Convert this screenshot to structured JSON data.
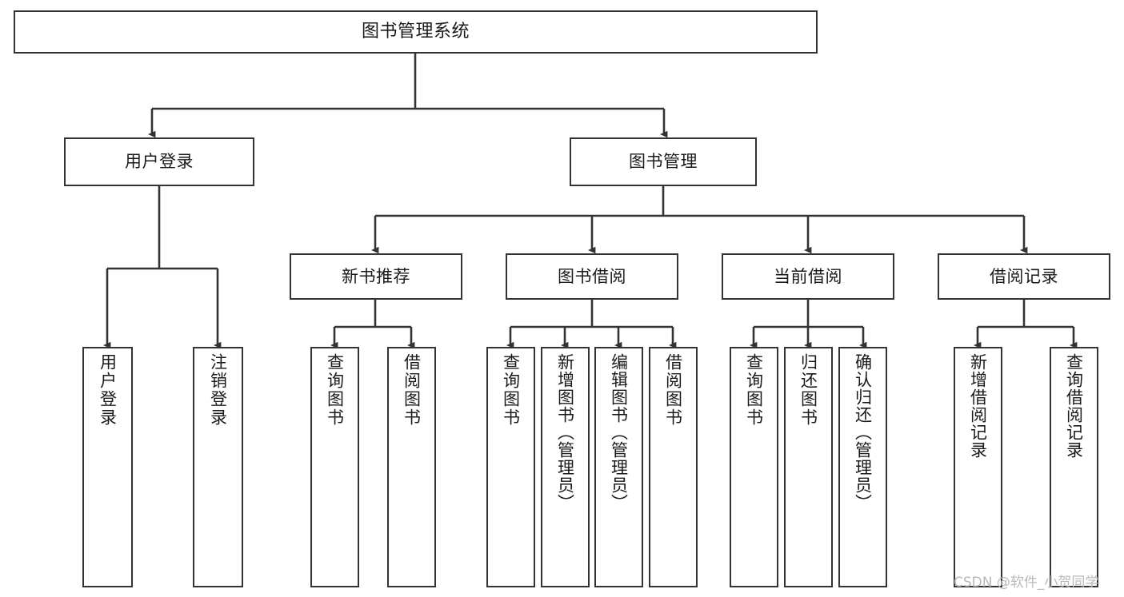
{
  "diagram": {
    "type": "hierarchy-tree",
    "title": "图书管理系统",
    "watermark": "CSDN @软件_小贺同学",
    "colors": {
      "stroke": "#333333",
      "fill": "#ffffff",
      "text": "#1a1a1a",
      "watermark": "#b9b9b9"
    },
    "levels": [
      {
        "level": 1,
        "nodes": [
          {
            "id": "root",
            "label": "图书管理系统",
            "orientation": "horizontal"
          }
        ]
      },
      {
        "level": 2,
        "nodes": [
          {
            "id": "login",
            "label": "用户登录",
            "orientation": "horizontal",
            "parent": "root"
          },
          {
            "id": "books",
            "label": "图书管理",
            "orientation": "horizontal",
            "parent": "root"
          }
        ]
      },
      {
        "level": 3,
        "nodes": [
          {
            "id": "newbook",
            "label": "新书推荐",
            "orientation": "horizontal",
            "parent": "books"
          },
          {
            "id": "borrow",
            "label": "图书借阅",
            "orientation": "horizontal",
            "parent": "books"
          },
          {
            "id": "current",
            "label": "当前借阅",
            "orientation": "horizontal",
            "parent": "books"
          },
          {
            "id": "record",
            "label": "借阅记录",
            "orientation": "horizontal",
            "parent": "books"
          }
        ]
      },
      {
        "level": 4,
        "nodes": [
          {
            "id": "leaf-user-login",
            "label": "用户登录",
            "orientation": "vertical",
            "parent": "login"
          },
          {
            "id": "leaf-user-logout",
            "label": "注销登录",
            "orientation": "vertical",
            "parent": "login"
          },
          {
            "id": "leaf-query-book-1",
            "label": "查询图书",
            "orientation": "vertical",
            "parent": "newbook"
          },
          {
            "id": "leaf-borrow-book-1",
            "label": "借阅图书",
            "orientation": "vertical",
            "parent": "newbook"
          },
          {
            "id": "leaf-query-book-2",
            "label": "查询图书",
            "orientation": "vertical",
            "parent": "borrow"
          },
          {
            "id": "leaf-add-book",
            "label": "新增图书（管理员）",
            "orientation": "vertical",
            "parent": "borrow"
          },
          {
            "id": "leaf-edit-book",
            "label": "编辑图书（管理员）",
            "orientation": "vertical",
            "parent": "borrow"
          },
          {
            "id": "leaf-borrow-book-2",
            "label": "借阅图书",
            "orientation": "vertical",
            "parent": "borrow"
          },
          {
            "id": "leaf-query-book-3",
            "label": "查询图书",
            "orientation": "vertical",
            "parent": "current"
          },
          {
            "id": "leaf-return-book",
            "label": "归还图书",
            "orientation": "vertical",
            "parent": "current"
          },
          {
            "id": "leaf-confirm-return",
            "label": "确认归还（管理员）",
            "orientation": "vertical",
            "parent": "current"
          },
          {
            "id": "leaf-add-record",
            "label": "新增借阅记录",
            "orientation": "vertical",
            "parent": "record"
          },
          {
            "id": "leaf-query-record",
            "label": "查询借阅记录",
            "orientation": "vertical",
            "parent": "record"
          }
        ]
      }
    ]
  }
}
